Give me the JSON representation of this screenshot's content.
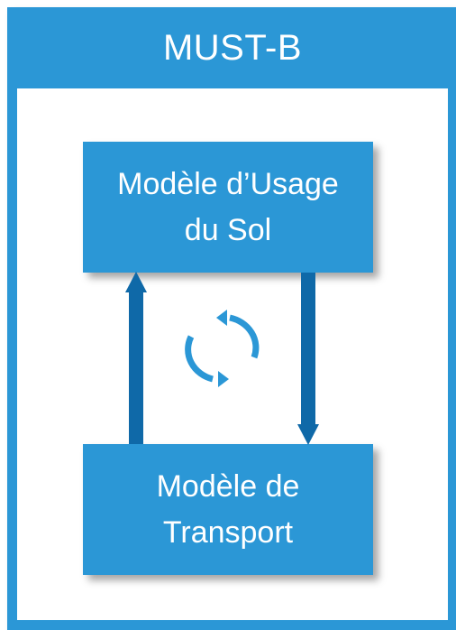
{
  "title": "MUST-B",
  "nodes": {
    "land_use": {
      "line1": "Modèle d’Usage",
      "line2": "du Sol"
    },
    "transport": {
      "line1": "Modèle de",
      "line2": "Transport"
    }
  },
  "icons": {
    "cycle": "refresh-cycle-icon"
  },
  "colors": {
    "accent": "#2b97d6",
    "arrow": "#0f69a8"
  }
}
